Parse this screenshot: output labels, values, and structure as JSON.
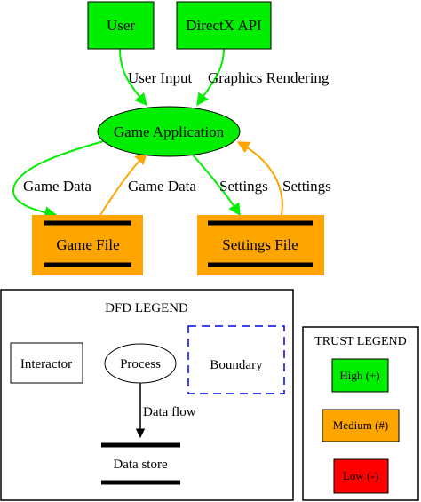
{
  "colors": {
    "green": "#00ee00",
    "orange": "#ffa500",
    "red": "#ff0000",
    "blue": "#0000ff",
    "black": "#000000"
  },
  "nodes": {
    "user": "User",
    "directx": "DirectX API",
    "game_app": "Game Application",
    "game_file": "Game File",
    "settings_file": "Settings File"
  },
  "edges": {
    "user_input": "User Input",
    "graphics_rendering": "Graphics Rendering",
    "game_data_out": "Game Data",
    "game_data_in": "Game Data",
    "settings_out": "Settings",
    "settings_in": "Settings"
  },
  "dfd_legend": {
    "title": "DFD LEGEND",
    "interactor": "Interactor",
    "process": "Process",
    "boundary": "Boundary",
    "data_flow": "Data flow",
    "data_store": "Data store"
  },
  "trust_legend": {
    "title": "TRUST LEGEND",
    "high": "High (+)",
    "medium": "Medium (#)",
    "low": "Low (-)"
  }
}
